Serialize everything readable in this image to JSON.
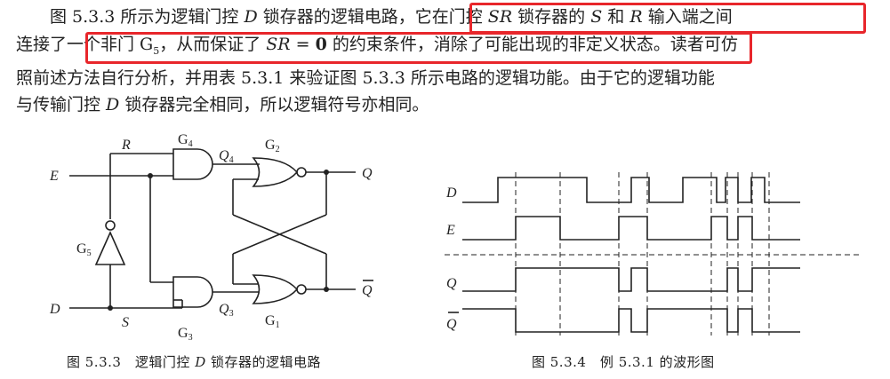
{
  "paragraph": {
    "l1_a": "图 5.3.3 所示为逻辑门控 ",
    "l1_D": "D",
    "l1_b": " 锁存器的逻辑电路，",
    "l1_c": "它在门控 ",
    "l1_SR": "SR",
    "l1_d": " 锁存器的 ",
    "l1_S": "S",
    "l1_e": " 和 ",
    "l1_R": "R",
    "l1_f": " 输入端之间",
    "l2_a": "连接了一个非门 G",
    "l2_sub": "5",
    "l2_b": "，从而保证了 ",
    "l2_SR": "SR",
    "l2_eq": " = ",
    "l2_zero": "0",
    "l2_c": " 的约束条件，消除了可能出现的非定义状态",
    "l2_d": "。读者可仿",
    "l3": "照前述方法自行分析，并用表 5.3.1 来验证图 5.3.3 所示电路的逻辑功能。由于它的逻辑功能",
    "l4_a": "与传输门控 ",
    "l4_D": "D",
    "l4_b": " 锁存器完全相同，所以逻辑符号亦相同。"
  },
  "circuit": {
    "E": "E",
    "D": "D",
    "R": "R",
    "S": "S",
    "G4": "G",
    "G4_sub": "4",
    "G2": "G",
    "G2_sub": "2",
    "G3": "G",
    "G3_sub": "3",
    "G1": "G",
    "G1_sub": "1",
    "G5": "G",
    "G5_sub": "5",
    "Q4": "Q",
    "Q4_sub": "4",
    "Q3": "Q",
    "Q3_sub": "3",
    "Q": "Q",
    "Qbar": "Q"
  },
  "waveform": {
    "signals": [
      "D",
      "E",
      "Q",
      "Q"
    ]
  },
  "captions": {
    "fig1_a": "图 5.3.3　逻辑门控 ",
    "fig1_D": "D",
    "fig1_b": " 锁存器的逻辑电路",
    "fig2": "图 5.3.4　例 5.3.1 的波形图"
  },
  "colors": {
    "highlight": "#e8262b",
    "ink": "#222222"
  }
}
